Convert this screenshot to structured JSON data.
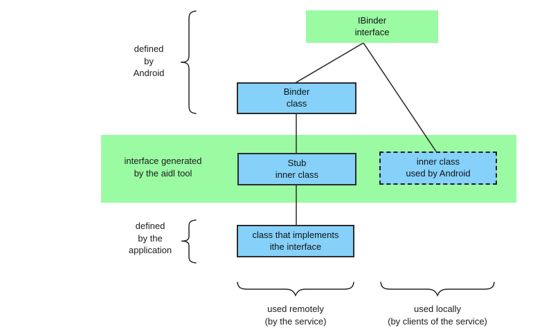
{
  "diagram_title": "IBinder / AIDL class structure diagram",
  "colors": {
    "box_green": "#9afba3",
    "box_blue": "#85d1fa",
    "band_green": "#9afba3",
    "line": "#333333",
    "text": "#111111"
  },
  "boxes": {
    "ibinder": [
      "IBinder",
      "interface"
    ],
    "binder": [
      "Binder",
      "class"
    ],
    "stub": [
      "Stub",
      "inner class"
    ],
    "inner": [
      "inner class",
      "used by Android"
    ],
    "impl": [
      "class that implements",
      "ithe interface"
    ]
  },
  "labels": {
    "defined_by_android": [
      "defined",
      "by",
      "Android"
    ],
    "interface_generated": [
      "interface generated",
      "by the aidl tool"
    ],
    "defined_by_application": [
      "defined",
      "by the",
      "application"
    ],
    "used_remotely": [
      "used remotely",
      "(by the service)"
    ],
    "used_locally": [
      "used locally",
      "(by clients of the service)"
    ]
  }
}
